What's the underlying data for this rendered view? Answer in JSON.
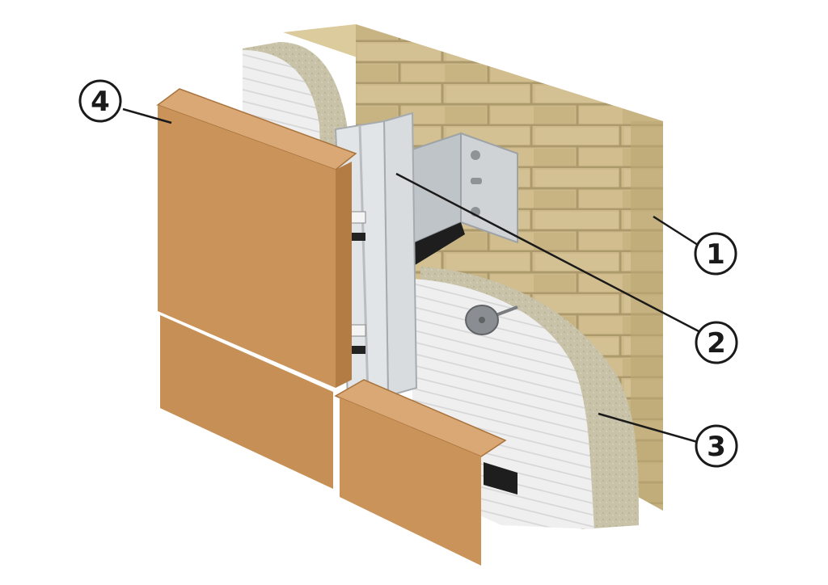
{
  "callouts": [
    {
      "label": "1",
      "part": "brick-wall"
    },
    {
      "label": "2",
      "part": "bracket"
    },
    {
      "label": "3",
      "part": "insulation"
    },
    {
      "label": "4",
      "part": "facade-panel"
    }
  ],
  "colors": {
    "brick_face": "#cdb98a",
    "brick_top": "#d9c89a",
    "brick_mortar": "#b9a77a",
    "insulation": "#c9c3ab",
    "membrane": "#eeeeee",
    "membrane_line": "#d6d6d6",
    "panel_face": "#c9935a",
    "panel_edge": "#b37c45",
    "panel_top": "#d9a874",
    "metal": "#cfd3d6",
    "metal_dark": "#a6abaf",
    "dark": "#1a1a1a"
  },
  "icons": [
    "anchor-dowel-icon",
    "callout-circle-icon"
  ]
}
